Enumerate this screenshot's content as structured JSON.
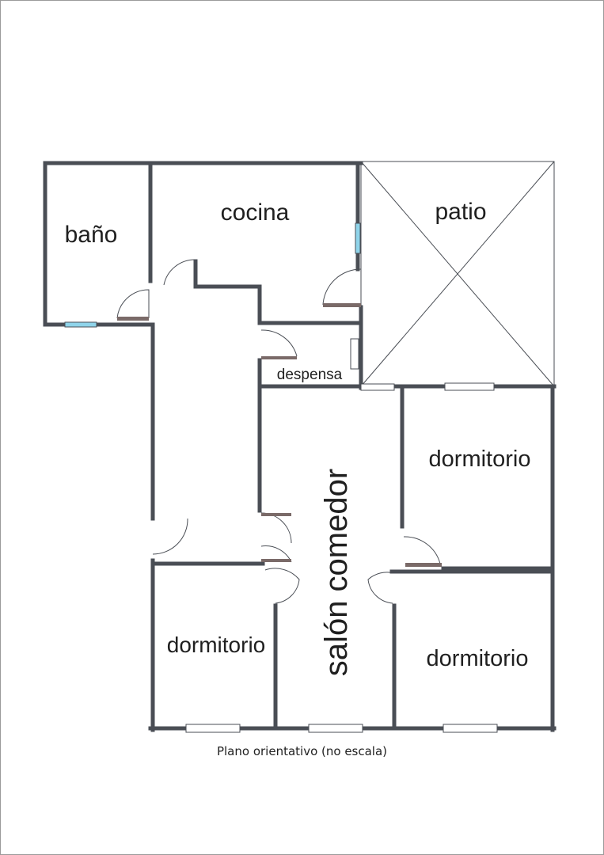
{
  "plan": {
    "rooms": [
      {
        "id": "bano",
        "label": "baño"
      },
      {
        "id": "cocina",
        "label": "cocina"
      },
      {
        "id": "patio",
        "label": "patio"
      },
      {
        "id": "despensa",
        "label": "despensa"
      },
      {
        "id": "salon",
        "label": "salón comedor"
      },
      {
        "id": "dorm1",
        "label": "dormitorio"
      },
      {
        "id": "dorm2",
        "label": "dormitorio"
      },
      {
        "id": "dorm3",
        "label": "dormitorio"
      }
    ],
    "caption": "Plano orientativo (no escala)"
  },
  "colors": {
    "wall": "#4a4e55",
    "window_glass": "#8fd4ea",
    "door_sill": "#7a6a68",
    "background": "#ffffff"
  }
}
